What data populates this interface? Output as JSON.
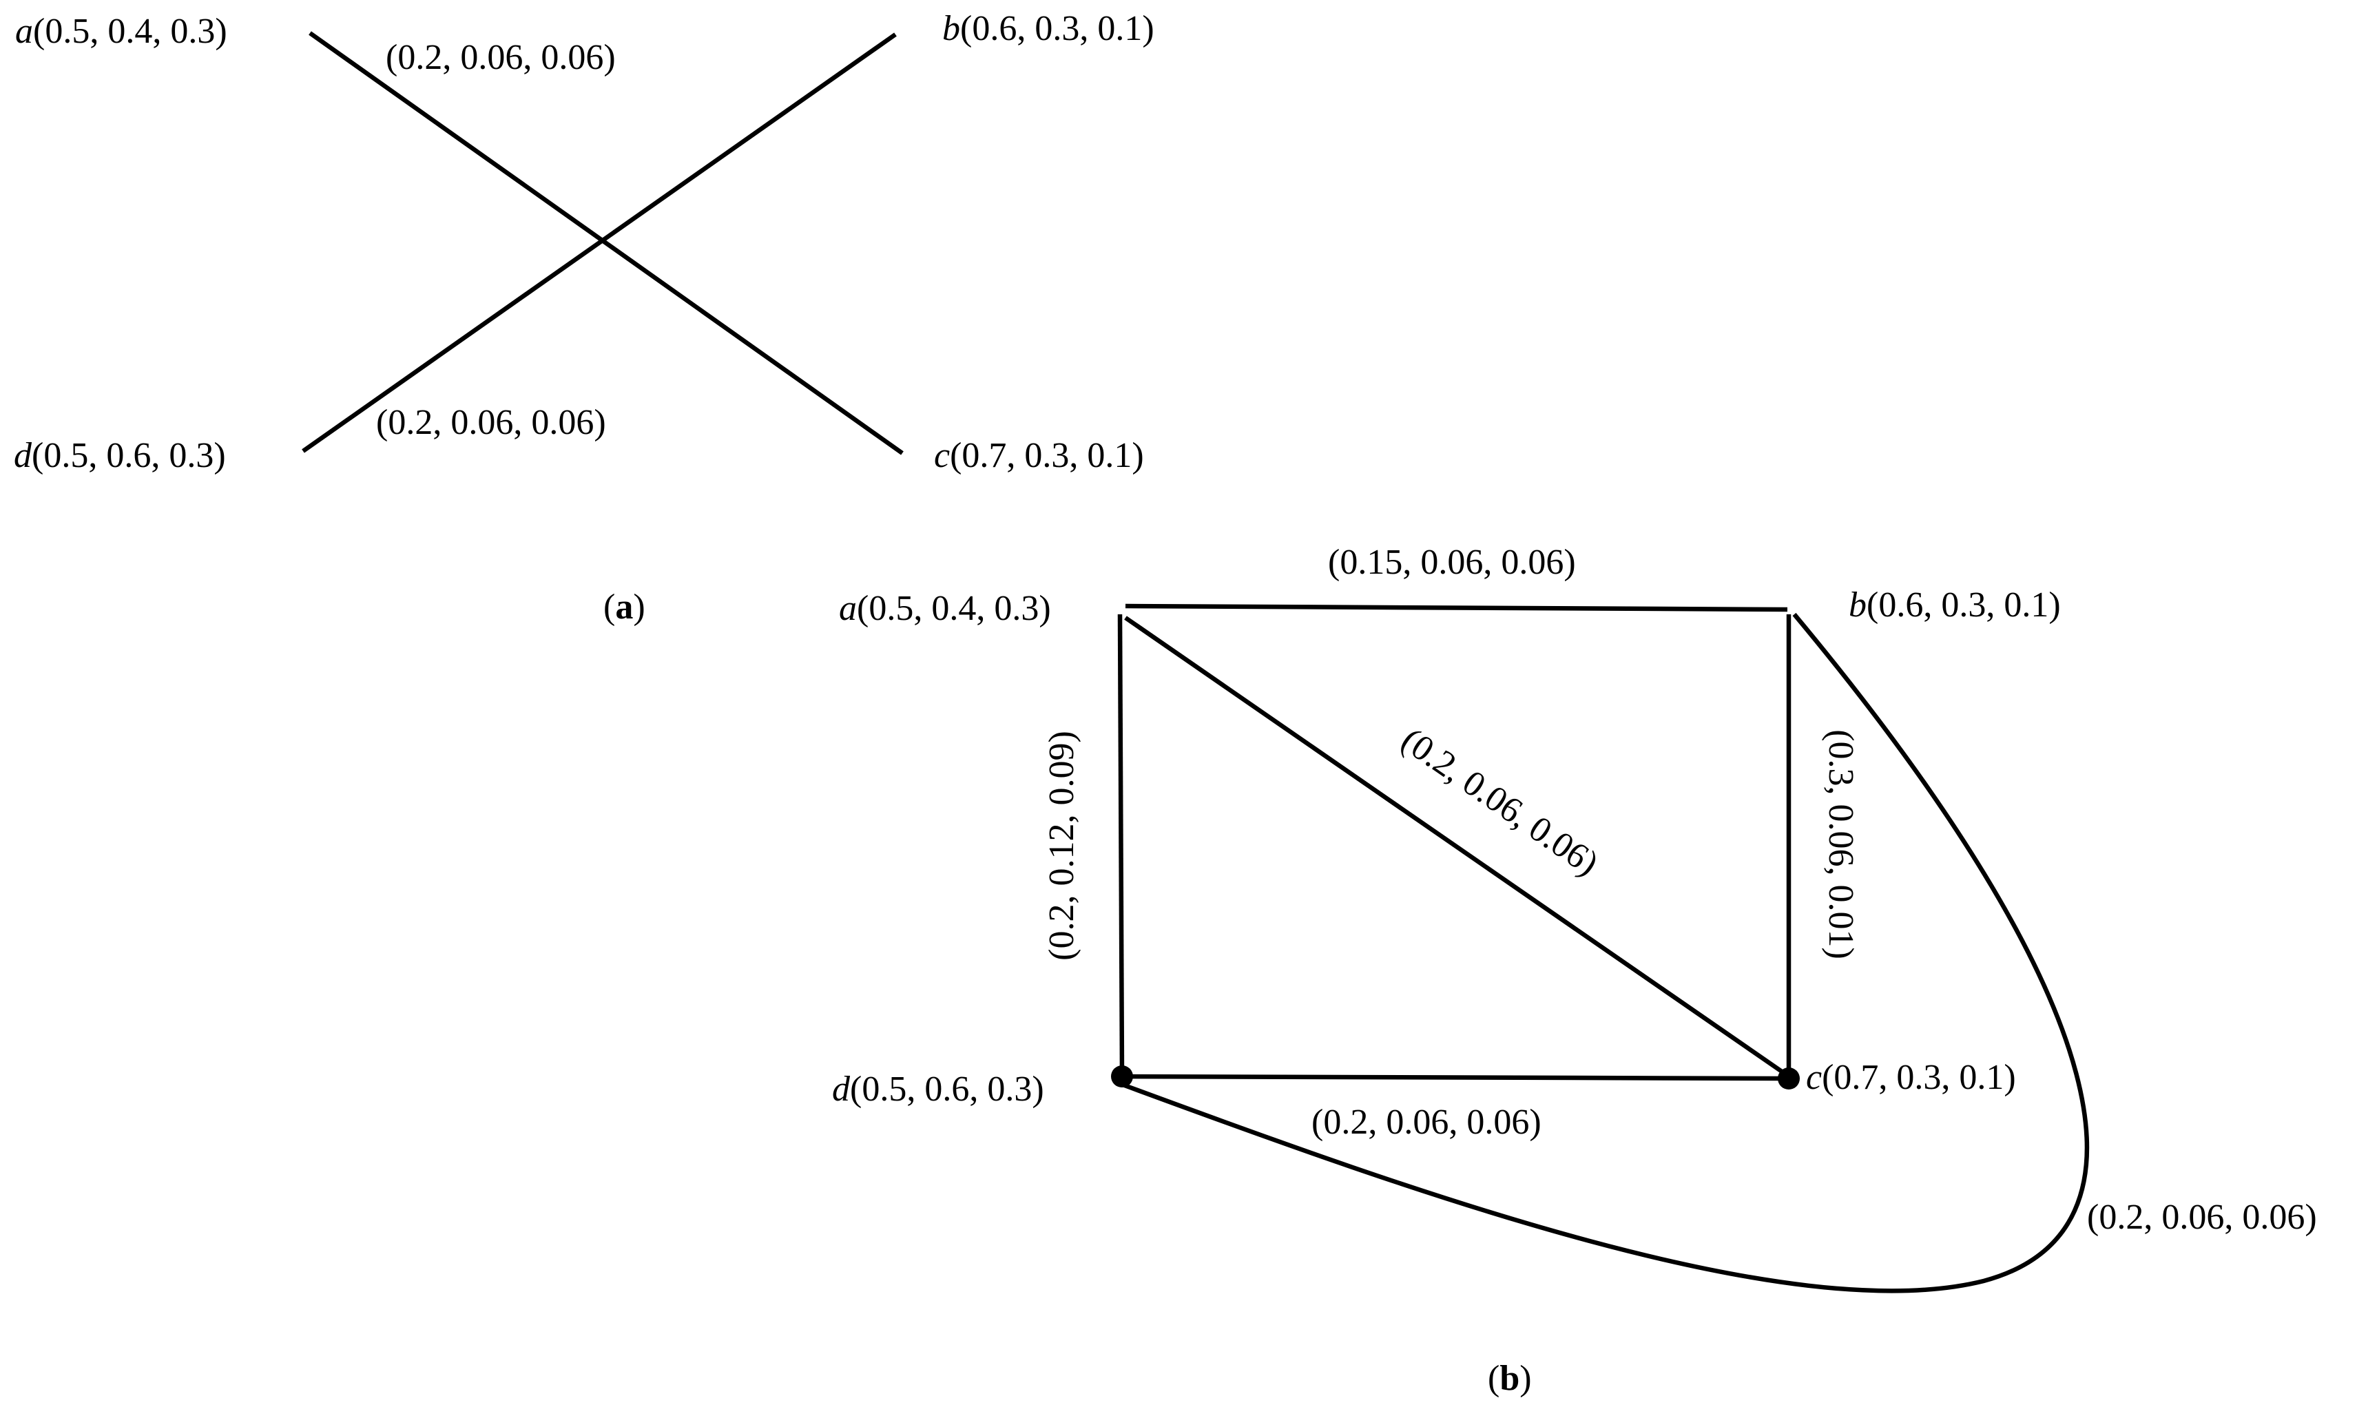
{
  "panel_a": {
    "caption_open": "(",
    "caption_letter": "a",
    "caption_close": ")",
    "vertices": {
      "a": {
        "name": "a",
        "values": "(0.5, 0.4, 0.3)"
      },
      "b": {
        "name": "b",
        "values": "(0.6, 0.3, 0.1)"
      },
      "c": {
        "name": "c",
        "values": "(0.7, 0.3, 0.1)"
      },
      "d": {
        "name": "d",
        "values": "(0.5, 0.6, 0.3)"
      }
    },
    "edges": {
      "ac": "(0.2, 0.06, 0.06)",
      "db": "(0.2, 0.06, 0.06)"
    }
  },
  "panel_b": {
    "caption_open": "(",
    "caption_letter": "b",
    "caption_close": ")",
    "vertices": {
      "a": {
        "name": "a",
        "values": "(0.5, 0.4, 0.3)"
      },
      "b": {
        "name": "b",
        "values": "(0.6, 0.3, 0.1)"
      },
      "c": {
        "name": "c",
        "values": "(0.7, 0.3, 0.1)"
      },
      "d": {
        "name": "d",
        "values": "(0.5, 0.6, 0.3)"
      }
    },
    "edges": {
      "ab": "(0.15, 0.06, 0.06)",
      "ad": "(0.2, 0.12, 0.09)",
      "ac": "(0.2, 0.06, 0.06)",
      "bc": "(0.3, 0.06, 0.01)",
      "dc": "(0.2, 0.06, 0.06)",
      "db": "(0.2, 0.06, 0.06)"
    }
  }
}
